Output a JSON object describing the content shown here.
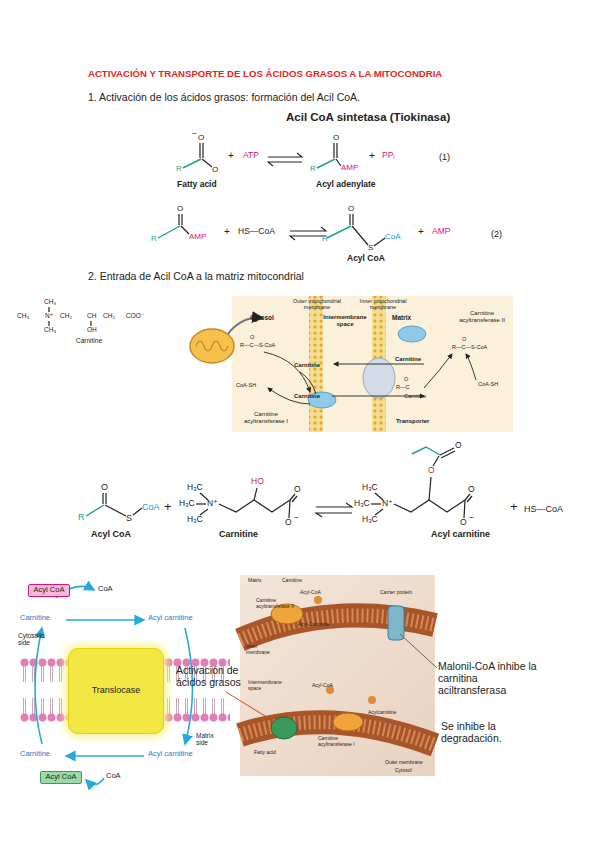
{
  "diagram": {
    "title": "ACTIVACIÓN Y TRANSPORTE DE LOS ÁCIDOS GRASOS A LA MITOCONDRIA",
    "nodes": [
      {
        "text": [
          "Acyl CoA"
        ]
      },
      {
        "text": [
          "Translocase"
        ]
      },
      {
        "text": [
          "Acyl CoA"
        ]
      }
    ],
    "labels": [
      "1. Activación de los ácidos grasos: formación del Acil CoA.",
      "Acil CoA sintetasa (Tiokinasa)",
      "O",
      "−",
      "R",
      "O",
      "Fatty acid",
      "+",
      "ATP",
      "O",
      "R",
      "AMP",
      "Acyl adenylate",
      "+",
      "PPᵢ",
      "(1)",
      "O",
      "R",
      "AMP",
      "+",
      "HS—CoA",
      "O",
      "R",
      "S",
      "CoA",
      "Acyl CoA",
      "+",
      "AMP",
      "(2)",
      "2. Entrada de Acil CoA a la matriz mitocondrial",
      "CH₃",
      "CH₃",
      "N⁺",
      "CH₂",
      "CH",
      "CH₂",
      "COO⁻",
      "CH₃",
      "OH",
      "Carnitine",
      "Outer mitochondrial membrane",
      "Inner mitochondrial membrane",
      "Cytosol",
      "Intermembrane space",
      "Matrix",
      "Carnitine acyltransferase II",
      "O",
      "R—C—S-CoA",
      "Carnitine",
      "CoA-SH",
      "Carnitine",
      "Carnitine acyltransferase I",
      "Carnitine",
      "O",
      "R—C—S-CoA",
      "O",
      "R—C",
      "Carnitine",
      "CoA-SH",
      "Transporter",
      "O",
      "R",
      "S",
      "CoA",
      "Acyl CoA",
      "+",
      "H₃C",
      "H₃C",
      "N⁺",
      "H₃C",
      "HO",
      "O",
      "O",
      "−",
      "Carnitine",
      "H₃C",
      "H₃C",
      "N⁺",
      "H₃C",
      "O",
      "O",
      "O",
      "O",
      "−",
      "Acyl carnitine",
      "+",
      "HS—CoA",
      "CoA",
      "Carnitine",
      "Acyl carnitine",
      "Cytosolic side",
      "Matrix side",
      "Carnitine",
      "Acyl carnitine",
      "CoA",
      "Matrix",
      "Carnitine",
      "Carnitine acyltransferase II",
      "Acyl-CoA",
      "Acyl-Carnitine",
      "Carrier protein",
      "Inner membrane",
      "Intermembrane space",
      "Acyl-CoA",
      "Acylcarnitine",
      "Carnitine acyltransferase I",
      "Fatty acid",
      "Outer membrane",
      "Cytosol",
      "Activación de ácidos grasos",
      "Malonil-CoA inhibe la carnitina aciltransferasa",
      "Se inhibe la degradación."
    ]
  }
}
